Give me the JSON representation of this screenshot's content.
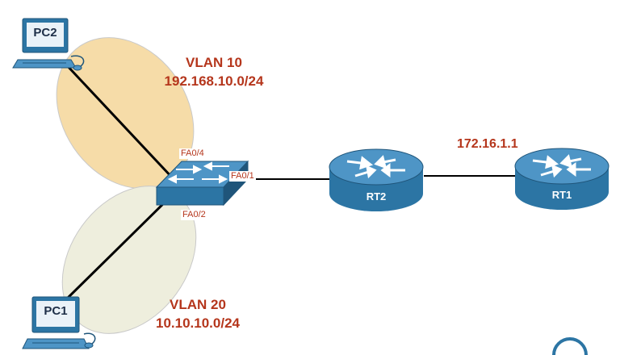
{
  "vlan10": {
    "name": "VLAN 10",
    "subnet": "192.168.10.0/24",
    "color": "#f6dca8"
  },
  "vlan20": {
    "name": "VLAN 20",
    "subnet": "10.10.10.0/24",
    "color": "#eeeedd"
  },
  "ports": {
    "pc2_port": "FA0/4",
    "pc1_port": "FA0/2",
    "uplink_port": "FA0/1"
  },
  "devices": {
    "pc2": "PC2",
    "pc1": "PC1",
    "router2": "RT2",
    "router1": "RT1"
  },
  "rt1_address": "172.16.1.1",
  "colors": {
    "device_blue": "#2c75a4",
    "device_dark": "#1f557a",
    "label_red": "#b5361c"
  }
}
